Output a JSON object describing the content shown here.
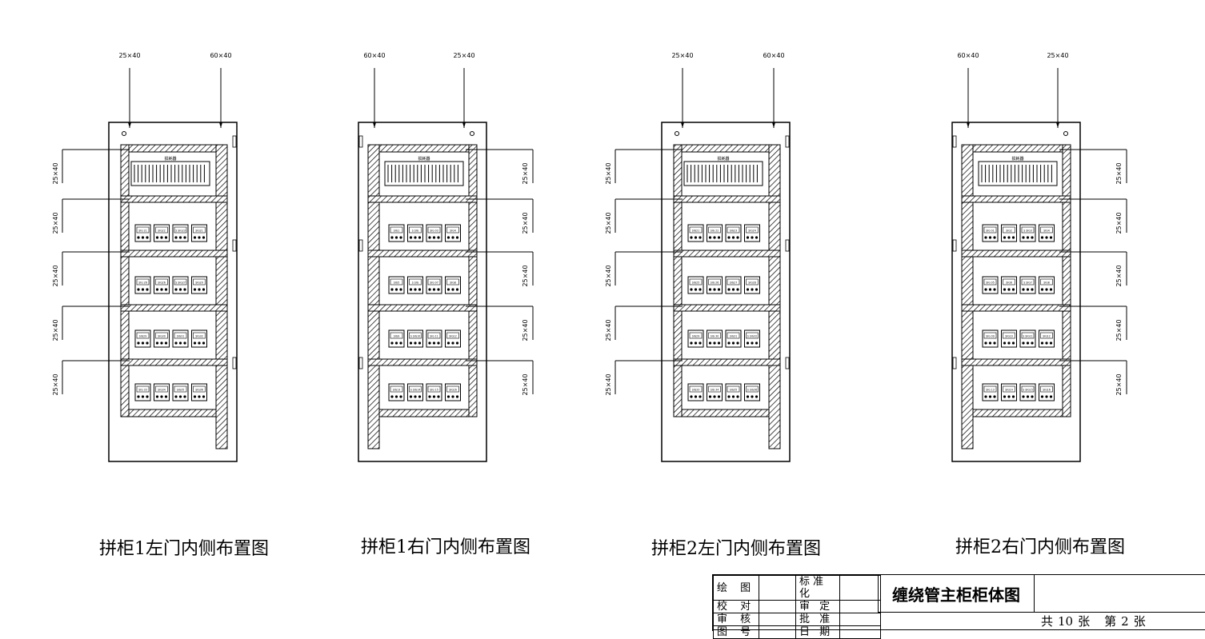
{
  "cabinets": [
    {
      "title": "拼柜1左门内侧布置图",
      "top_labels": [
        "25×40",
        "60×40"
      ],
      "side_labels": [
        "25×40",
        "25×40",
        "25×40",
        "25×40",
        "25×40"
      ],
      "device_label": "损耗器",
      "modules": [
        [
          "SIG 21",
          "SIG22",
          "S SIG23",
          "SIG21"
        ],
        [
          "SIG 26",
          "SIG26",
          "S SIG27",
          "SIG20"
        ],
        [
          "SIG29",
          "SIG30",
          "SIG31",
          "SIG32"
        ],
        [
          "SIG 33",
          "SIG34",
          "SIG35",
          "SIG36"
        ]
      ]
    },
    {
      "title": "拼柜1右门内侧布置图",
      "top_labels": [
        "60×40",
        "25×40"
      ],
      "side_labels": [
        "25×40",
        "25×40",
        "25×40",
        "25×40",
        "25×40"
      ],
      "device_label": "损耗器",
      "modules": [
        [
          "SIG1",
          "S SIG",
          "SIG 03",
          "SIG4"
        ],
        [
          "SIG5",
          "S SIG",
          "SIG 07",
          "SIG8"
        ],
        [
          "SIG9",
          "S SIG10",
          "SIG 11",
          "SIG12"
        ],
        [
          "SIG13",
          "S SIG14",
          "SIG 15",
          "SIG16"
        ]
      ]
    },
    {
      "title": "拼柜2左门内侧布置图",
      "top_labels": [
        "25×40",
        "60×40"
      ],
      "side_labels": [
        "25×40",
        "25×40",
        "25×40",
        "25×40",
        "25×40"
      ],
      "device_label": "损耗器",
      "modules": [
        [
          "SIG21",
          "SIG 22",
          "SIG23",
          "SIG24"
        ],
        [
          "SIG25",
          "SIG 26",
          "SIG27",
          "SIG28"
        ],
        [
          "SIG29",
          "SIG 30",
          "SIG31",
          "S SIG32"
        ],
        [
          "SIG33",
          "SIG 34",
          "SIG35",
          "S SIG36"
        ]
      ]
    },
    {
      "title": "拼柜2右门内侧布置图",
      "top_labels": [
        "60×40",
        "25×40"
      ],
      "side_labels": [
        "25×40",
        "25×40",
        "25×40",
        "25×40",
        "25×40"
      ],
      "device_label": "损耗器",
      "modules": [
        [
          "SIG 01",
          "SIG2",
          "S SIG3",
          "SIG4"
        ],
        [
          "SIG 05",
          "SIG6",
          "S SIG7",
          "SIG8"
        ],
        [
          "SIG 09",
          "SIG10",
          "S SIG11",
          "SIG12"
        ],
        [
          "SIG 13",
          "SIG14",
          "S SIG15",
          "SIG16"
        ]
      ]
    }
  ],
  "title_block": {
    "rows": [
      {
        "label": "绘 图",
        "label2": "标准化"
      },
      {
        "label": "校 对",
        "label2": "审 定"
      },
      {
        "label": "审 核",
        "label2": "批 准"
      },
      {
        "label": "图 号",
        "label2": "日 期"
      }
    ],
    "drawing_title": "缠绕管主柜柜体图",
    "sheet_total_prefix": "共",
    "sheet_total": "10",
    "sheet_total_suffix": "张",
    "sheet_no_prefix": "第",
    "sheet_no": "2",
    "sheet_no_suffix": "张"
  }
}
